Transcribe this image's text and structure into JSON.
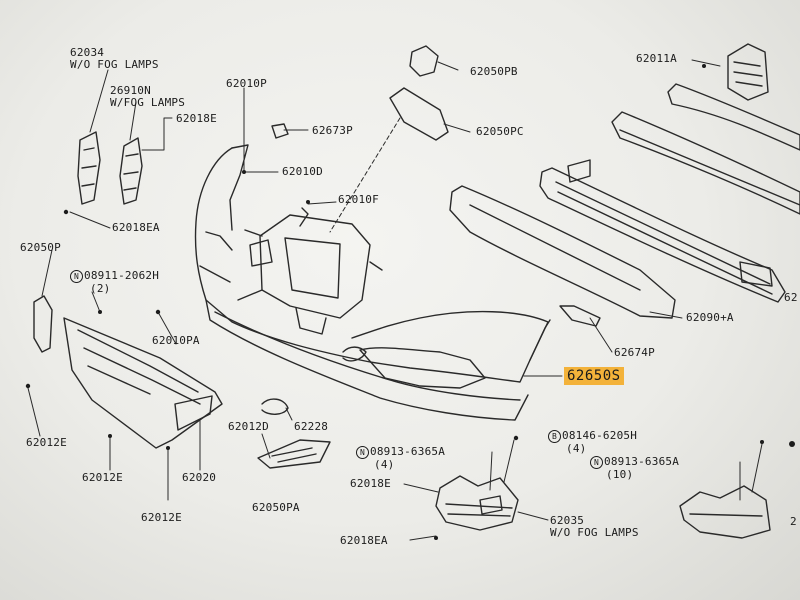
{
  "callouts": [
    {
      "id": "62034",
      "text": "62034",
      "note": "W/O FOG LAMPS"
    },
    {
      "id": "26910N",
      "text": "26910N",
      "note": "W/FOG LAMPS"
    },
    {
      "id": "62018E-top",
      "text": "62018E"
    },
    {
      "id": "62018EA-left",
      "text": "62018EA"
    },
    {
      "id": "62050P",
      "text": "62050P"
    },
    {
      "id": "08911",
      "prefix": "N",
      "text": "08911-2062H",
      "note": "(2)"
    },
    {
      "id": "62010P",
      "text": "62010P"
    },
    {
      "id": "62673P",
      "text": "62673P"
    },
    {
      "id": "62010D",
      "text": "62010D"
    },
    {
      "id": "62010F",
      "text": "62010F"
    },
    {
      "id": "62050PB",
      "text": "62050PB"
    },
    {
      "id": "62050PC",
      "text": "62050PC"
    },
    {
      "id": "62011A",
      "text": "62011A"
    },
    {
      "id": "62010PA",
      "text": "62010PA"
    },
    {
      "id": "62012E-a",
      "text": "62012E"
    },
    {
      "id": "62012E-b",
      "text": "62012E"
    },
    {
      "id": "62012E-c",
      "text": "62012E"
    },
    {
      "id": "62020",
      "text": "62020"
    },
    {
      "id": "62012D",
      "text": "62012D"
    },
    {
      "id": "62228",
      "text": "62228"
    },
    {
      "id": "62050PA",
      "text": "62050PA"
    },
    {
      "id": "08913-a",
      "prefix": "N",
      "text": "08913-6365A",
      "note": "(4)"
    },
    {
      "id": "08146",
      "prefix": "B",
      "text": "08146-6205H",
      "note": "(4)"
    },
    {
      "id": "08913-b",
      "prefix": "N",
      "text": "08913-6365A",
      "note": "(10)"
    },
    {
      "id": "62018E-bottom",
      "text": "62018E"
    },
    {
      "id": "62018EA-bottom",
      "text": "62018EA"
    },
    {
      "id": "62035",
      "text": "62035",
      "note": "W/O FOG LAMPS"
    },
    {
      "id": "62674P",
      "text": "62674P"
    },
    {
      "id": "62090A",
      "text": "62090+A"
    },
    {
      "id": "62-edge",
      "text": "62"
    },
    {
      "id": "2-edge",
      "text": "2"
    }
  ],
  "highlight": {
    "text": "62650S",
    "color": "#f3b23a"
  }
}
